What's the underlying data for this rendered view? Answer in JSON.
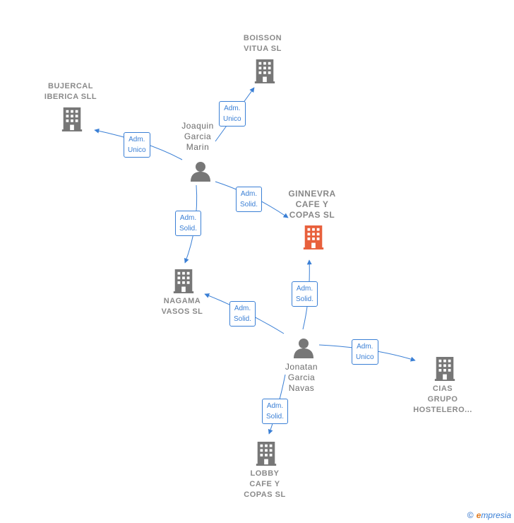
{
  "colors": {
    "edge": "#3a7fd5",
    "node_icon": "#777777",
    "focus_icon": "#e8603c"
  },
  "companies": {
    "boisson": "BOISSON\nVITUA  SL",
    "bujercal": "BUJERCAL\nIBERICA SLL",
    "ginnevra": "GINNEVRA\nCAFE Y\nCOPAS  SL",
    "nagama": "NAGAMA\nVASOS  SL",
    "cias": "CIAS\nGRUPO\nHOSTELERO...",
    "lobby": "LOBBY\nCAFE Y\nCOPAS  SL"
  },
  "persons": {
    "joaquin": "Joaquin\nGarcia\nMarin",
    "jonatan": "Jonatan\nGarcia\nNavas"
  },
  "edges": {
    "joaquin_boisson": "Adm.\nUnico",
    "joaquin_bujercal": "Adm.\nUnico",
    "joaquin_ginnevra": "Adm.\nSolid.",
    "joaquin_nagama": "Adm.\nSolid.",
    "jonatan_ginnevra": "Adm.\nSolid.",
    "jonatan_nagama": "Adm.\nSolid.",
    "jonatan_cias": "Adm.\nUnico",
    "jonatan_lobby": "Adm.\nSolid."
  },
  "footer": {
    "copyright": "©",
    "brand_e": "e",
    "brand_rest": "mpresia"
  }
}
